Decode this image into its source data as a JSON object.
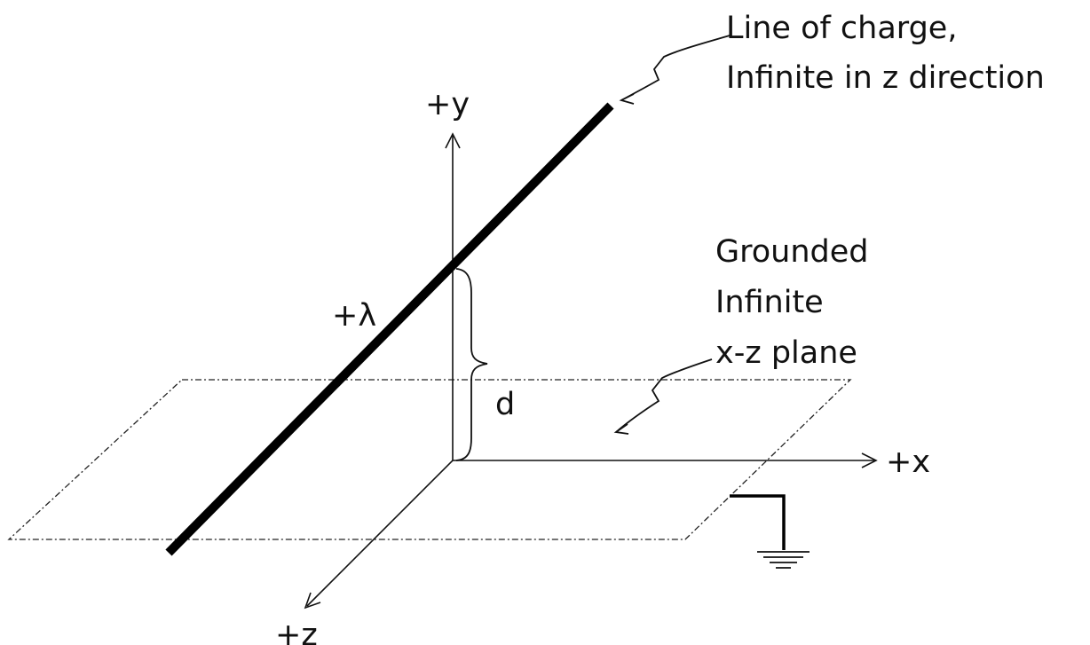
{
  "labels": {
    "line_of_charge_1": "Line of charge,",
    "line_of_charge_2": "Infinite in z direction",
    "y_axis": "+y",
    "x_axis": "+x",
    "z_axis": "+z",
    "lambda": "+λ",
    "plane_1": "Grounded",
    "plane_2": "Infinite",
    "plane_3": "x-z plane",
    "distance": "d"
  }
}
